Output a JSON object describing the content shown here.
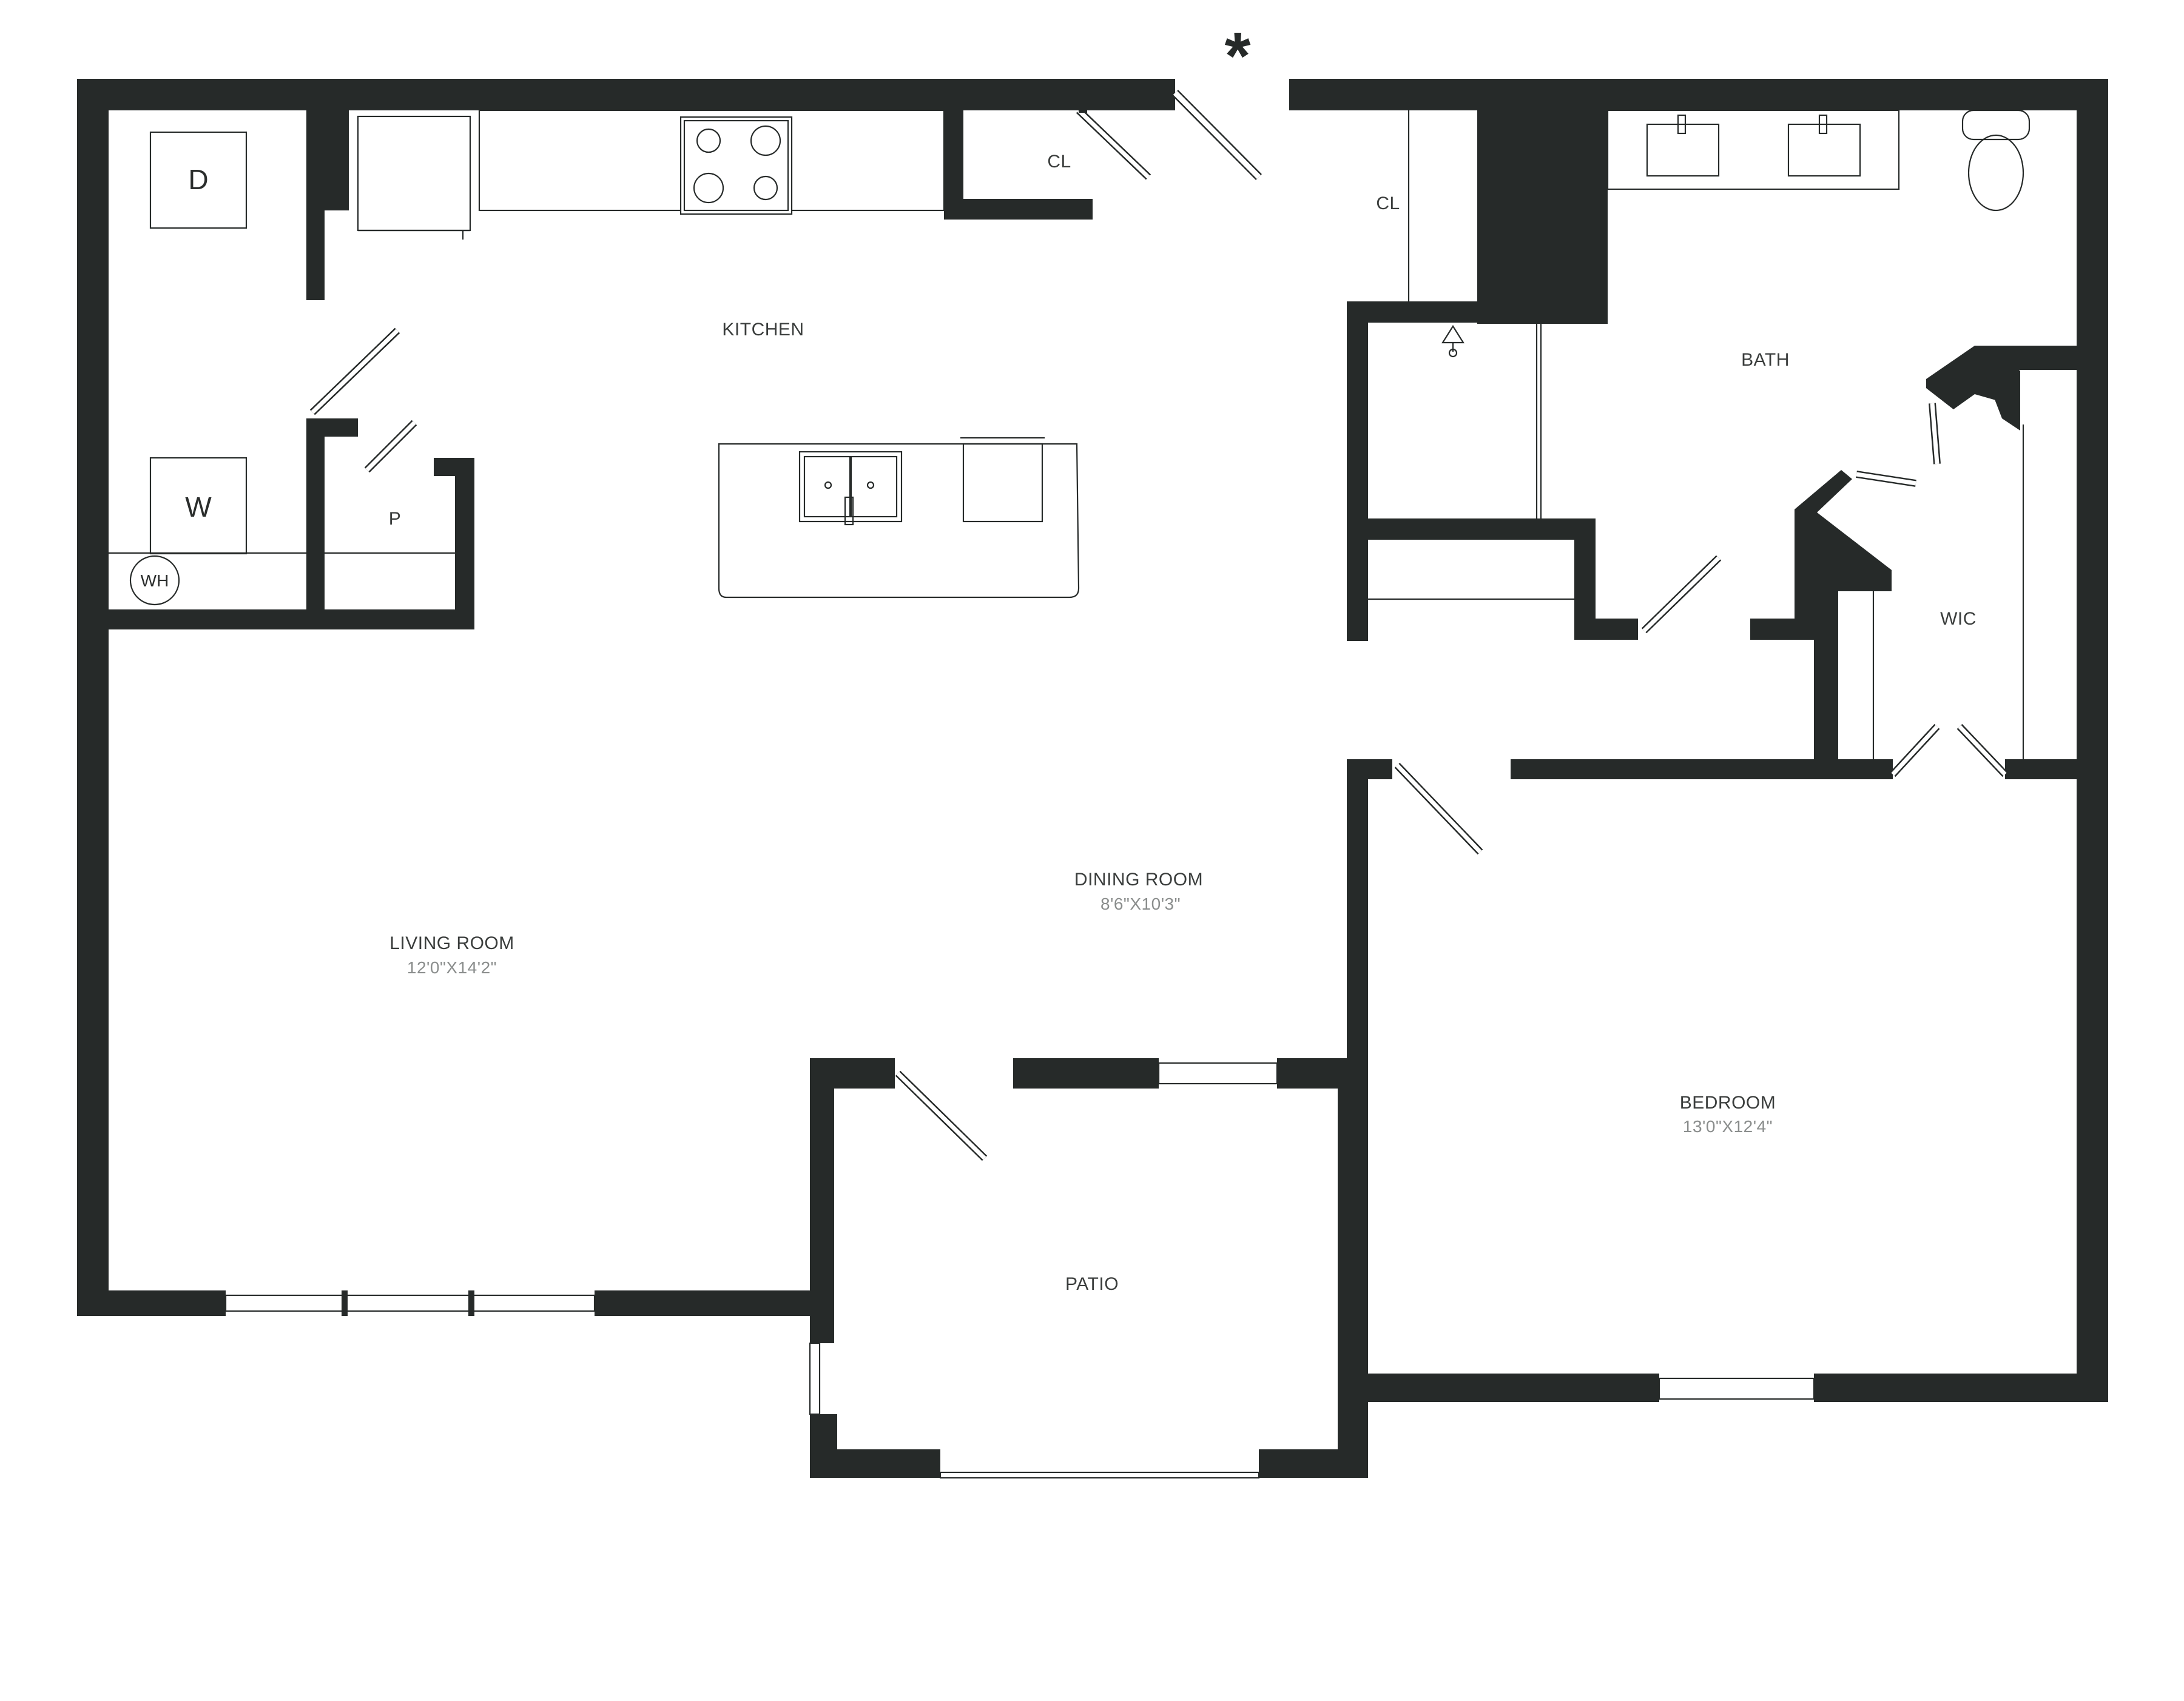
{
  "rooms": {
    "kitchen": {
      "name": "KITCHEN"
    },
    "dining": {
      "name": "DINING ROOM",
      "dims": "8'6\"X10'3\""
    },
    "living": {
      "name": "LIVING ROOM",
      "dims": "12'0\"X14'2\""
    },
    "bedroom": {
      "name": "BEDROOM",
      "dims": "13'0\"X12'4\""
    },
    "bath": {
      "name": "BATH"
    },
    "wic": {
      "name": "WIC"
    },
    "patio": {
      "name": "PATIO"
    },
    "closet_kitchen": {
      "name": "CL"
    },
    "closet_hall": {
      "name": "CL"
    },
    "pantry": {
      "name": "P"
    }
  },
  "appliances": {
    "dryer": "D",
    "washer": "W",
    "water_heater": "WH"
  },
  "entry_marker": "*",
  "colors": {
    "wall": "#262a29",
    "background": "#ffffff"
  }
}
